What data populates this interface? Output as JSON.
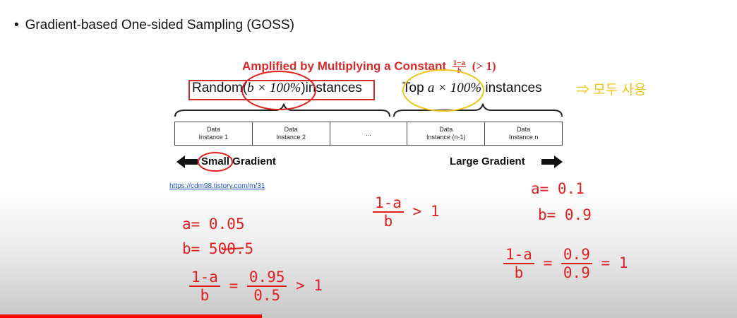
{
  "slide": {
    "bullet": "•",
    "heading": "Gradient-based One-sided Sampling (GOSS)",
    "amplified": {
      "text": "Amplified by Multiplying a Constant",
      "frac_num": "1−a",
      "frac_den": "b",
      "tail": "(> 1)"
    },
    "random_label": {
      "pre": "Random(",
      "math": "b × 100%",
      "post": ")instances"
    },
    "top_label": {
      "pre": "Top ",
      "math": "a × 100%",
      "post": " instances"
    },
    "korean_note": "⇒ 모두 사용",
    "table_cells": [
      "Data\nInstance 1",
      "Data\nInstance 2",
      "...",
      "Data\nInstance (n-1)",
      "Data\nInstance n"
    ],
    "small_gradient": "Small Gradient",
    "large_gradient": "Large Gradient",
    "link": "https://cdm98.tistory.com/m/31"
  },
  "handwriting": {
    "left_a": "a= 0.05",
    "left_b": "b= 500.5",
    "left_frac_num": "1-a",
    "left_frac_den": "b",
    "left_eq": "=",
    "left_val_num": "0.95",
    "left_val_den": "0.5",
    "left_gt": "> 1",
    "mid_frac_num": "1-a",
    "mid_frac_den": "b",
    "mid_gt": "> 1",
    "right_a": "a= 0.1",
    "right_b": "b= 0.9",
    "right_frac_num": "1-a",
    "right_frac_den": "b",
    "right_eq": "=",
    "right_val_num": "0.9",
    "right_val_den": "0.9",
    "right_result": "= 1"
  },
  "player": {
    "progress": 0.355,
    "progress_color": "#ff0000"
  },
  "colors": {
    "red_ink": "#e02020",
    "yellow_ink": "#f0c419",
    "brand_red": "#d62b2b"
  }
}
